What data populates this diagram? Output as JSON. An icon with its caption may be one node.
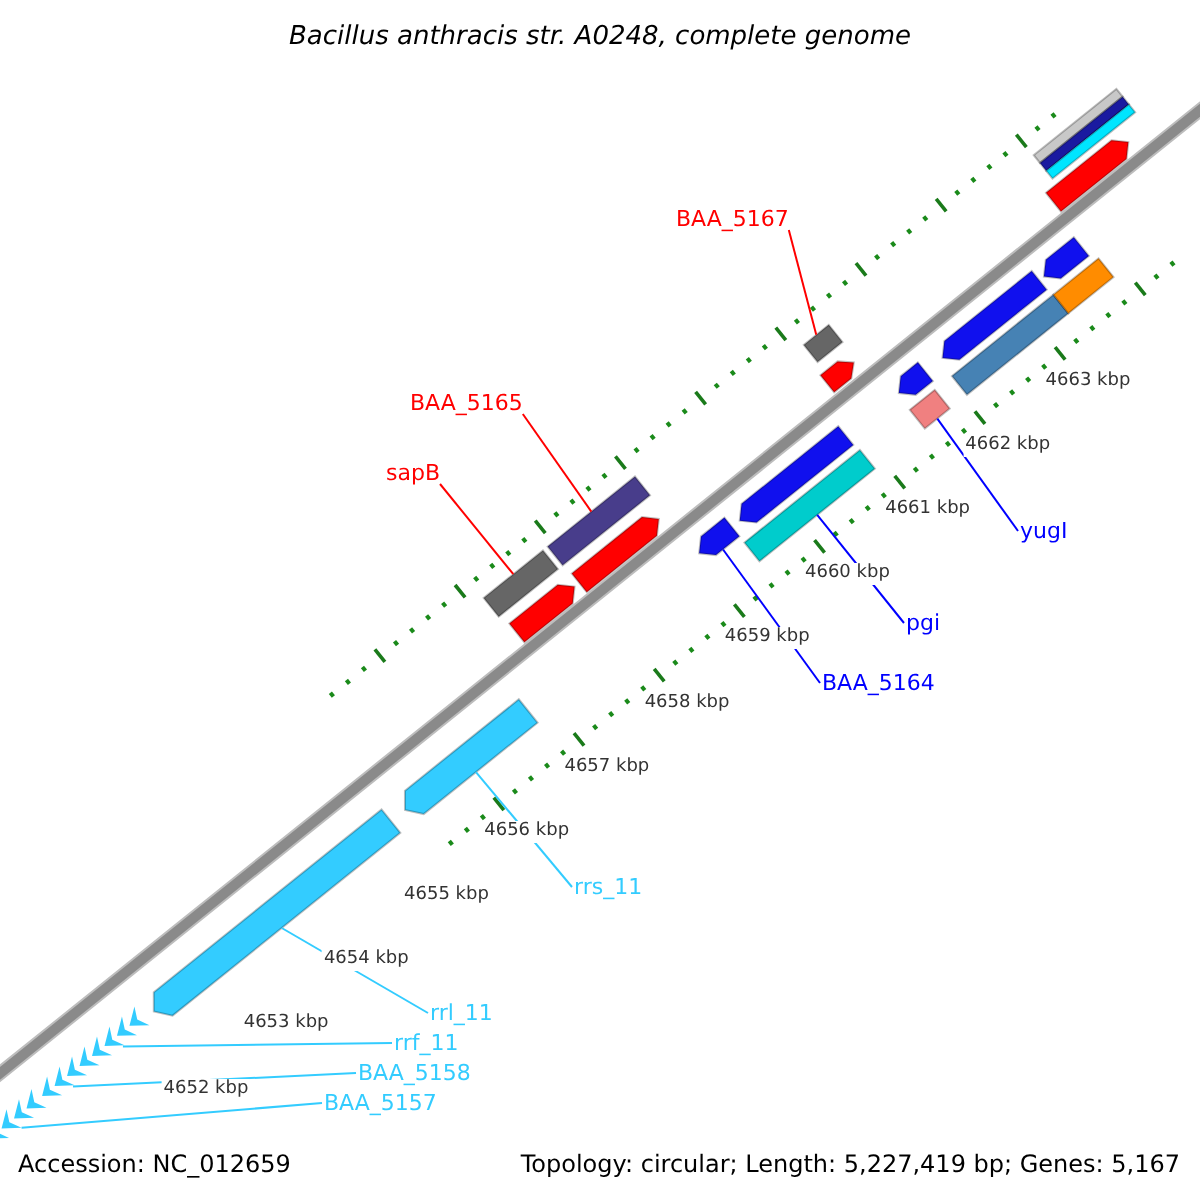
{
  "diagram": {
    "title": "Bacillus anthracis str. A0248, complete genome",
    "nodes": [
      {
        "text": [
          "BAA_5167"
        ]
      },
      {
        "text": [],
        "shape": "bar"
      },
      {
        "text": [],
        "shape": "bar"
      },
      {
        "text": [
          "BAA_5165"
        ]
      },
      {
        "text": [
          "sapB"
        ]
      },
      {
        "text": [],
        "shape": "bar"
      },
      {
        "text": [],
        "shape": "bar"
      },
      {
        "text": [],
        "shape": "bar"
      },
      {
        "text": [],
        "shape": "bar"
      },
      {
        "text": [],
        "shape": "bar"
      },
      {
        "text": [],
        "shape": "bar"
      },
      {
        "text": [],
        "shape": "bar"
      },
      {
        "text": [],
        "shape": "bar"
      },
      {
        "text": [],
        "shape": "bar"
      },
      {
        "text": [],
        "shape": "bar"
      },
      {
        "text": [],
        "shape": "bar"
      },
      {
        "text": [],
        "shape": "bar"
      },
      {
        "text": [],
        "shape": "bar"
      },
      {
        "text": [],
        "shape": "bar"
      },
      {
        "text": [],
        "shape": "bar"
      },
      {
        "text": [],
        "shape": "bar"
      },
      {
        "text": [],
        "shape": "bar"
      },
      {
        "text": [
          "yugI"
        ]
      },
      {
        "text": [
          "pgi"
        ]
      },
      {
        "text": [
          "BAA_5164"
        ]
      },
      {
        "text": [],
        "shape": "bar"
      },
      {
        "text": [],
        "shape": "bar"
      },
      {
        "text": [
          "rrs_11"
        ]
      },
      {
        "text": [
          "rrl_11"
        ]
      },
      {
        "text": [],
        "shape": "bar"
      },
      {
        "text": [],
        "shape": "bar"
      },
      {
        "text": [],
        "shape": "bar"
      },
      {
        "text": [
          "rrf_11"
        ]
      },
      {
        "text": [
          "BAA_5158"
        ]
      },
      {
        "text": [
          "BAA_5157"
        ]
      }
    ],
    "edges": [
      {
        "from": 0,
        "to": 1,
        "arrow": "none",
        "color": "#ff0000"
      },
      {
        "from": 3,
        "to": 6,
        "arrow": "none",
        "color": "#ff0000"
      },
      {
        "from": 4,
        "to": 5,
        "arrow": "none",
        "color": "#ff0000"
      },
      {
        "from": 22,
        "to": 17,
        "arrow": "none",
        "color": "#0000ff"
      },
      {
        "from": 23,
        "to": 15,
        "arrow": "none",
        "color": "#0000ff"
      },
      {
        "from": 24,
        "to": 13,
        "arrow": "none",
        "color": "#0000ff"
      },
      {
        "from": 27,
        "to": 25,
        "arrow": "none",
        "color": "#33ccff"
      },
      {
        "from": 28,
        "to": 26,
        "arrow": "none",
        "color": "#33ccff"
      },
      {
        "from": 32,
        "to": 29,
        "arrow": "none",
        "color": "#33ccff"
      },
      {
        "from": 33,
        "to": 30,
        "arrow": "none",
        "color": "#33ccff"
      },
      {
        "from": 34,
        "to": 31,
        "arrow": "none",
        "color": "#33ccff"
      }
    ],
    "labels": [
      "4663 kbp",
      "4662 kbp",
      "4661 kbp",
      "4660 kbp",
      "4659 kbp",
      "4658 kbp",
      "4657 kbp",
      "4656 kbp",
      "4655 kbp",
      "4654 kbp",
      "4653 kbp",
      "4652 kbp",
      "Accession: NC_012659",
      "Topology: circular; Length: 5,227,419 bp; Genes: 5,167"
    ]
  }
}
